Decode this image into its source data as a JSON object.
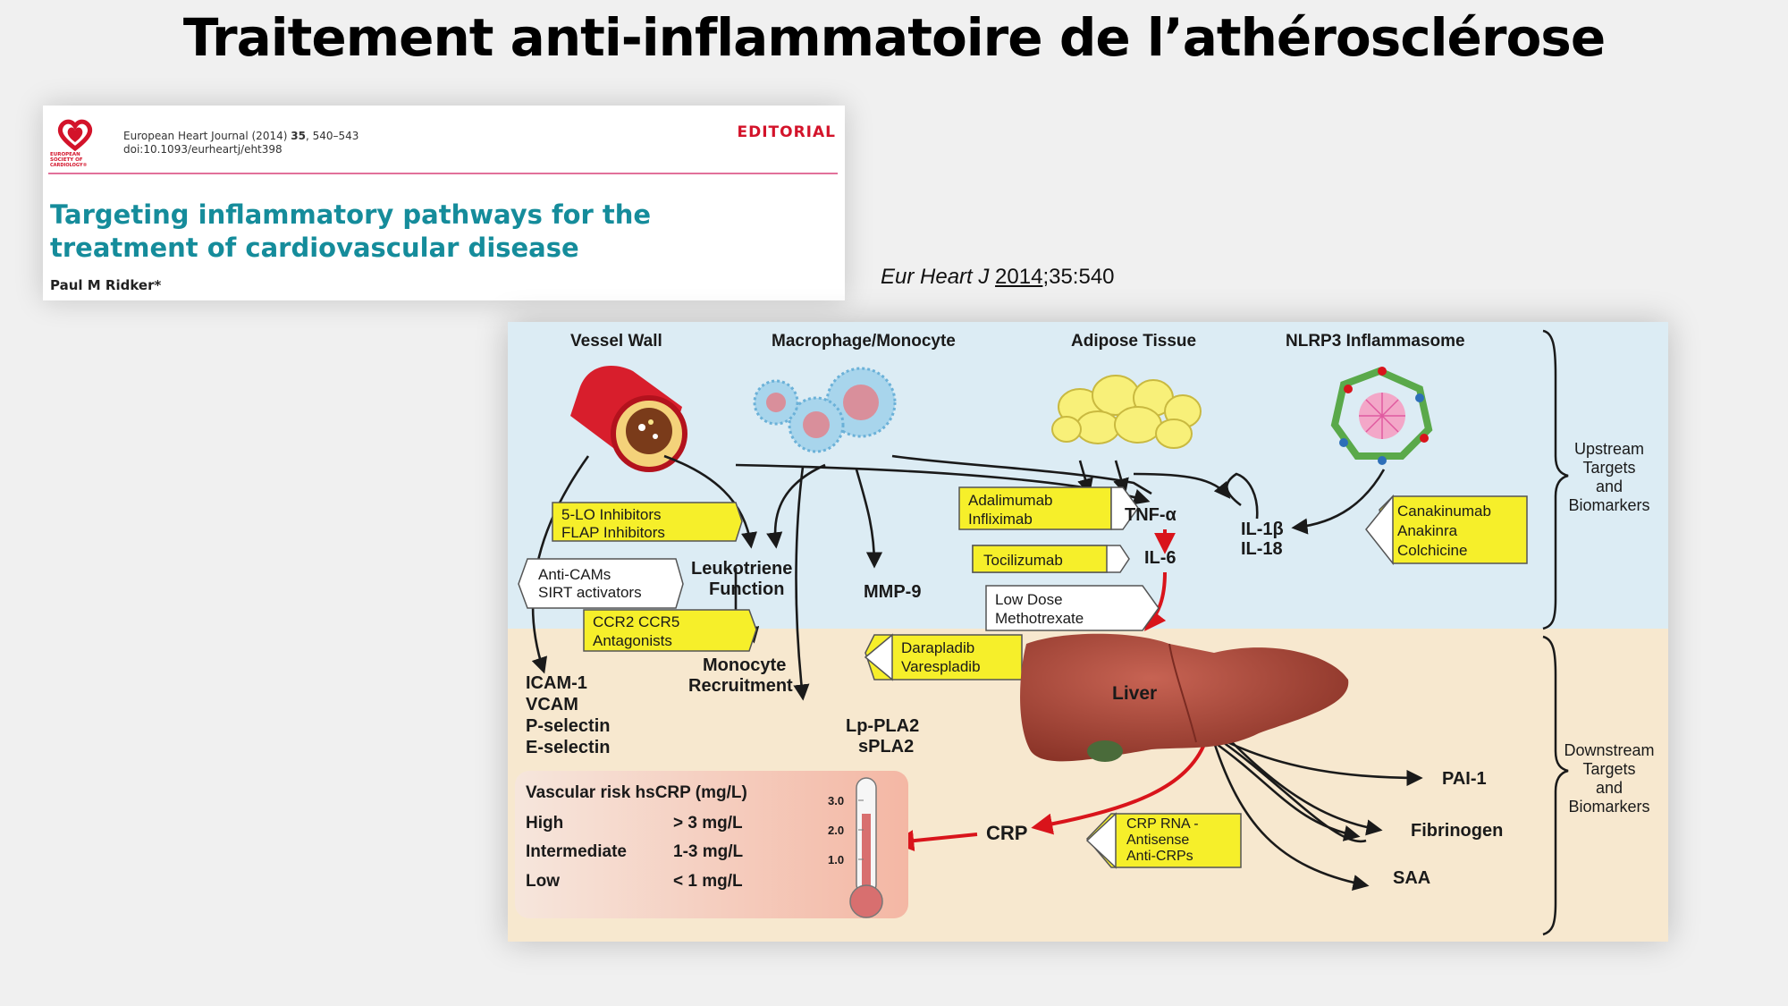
{
  "slide": {
    "title": "Traitement anti-inflammatoire de l’athérosclérose"
  },
  "paper": {
    "logo_icon": "esc-heart-logo-icon",
    "logo_text": "EUROPEAN SOCIETY OF CARDIOLOGY®",
    "journal_line": "European Heart Journal (2014)",
    "volume": "35",
    "pages": ", 540–543",
    "doi": "doi:10.1093/eurheartj/eht398",
    "type": "EDITORIAL",
    "title_line1": "Targeting inflammatory pathways for the",
    "title_line2": "treatment of cardiovascular disease",
    "author": "Paul M Ridker*"
  },
  "citation": {
    "journal": "Eur Heart J",
    "year": "2014",
    "rest": ";35:540"
  },
  "figure": {
    "colors": {
      "upstream_bg": "#dcecf4",
      "downstream_bg": "#f7e8cf",
      "drug_box": "#f6ef2a",
      "red_arrow": "#d9141b",
      "liver": "#a84a3c",
      "vessel": "#d81e2c"
    },
    "sources": {
      "vessel_wall": "Vessel Wall",
      "macrophage": "Macrophage/Monocyte",
      "adipose": "Adipose Tissue",
      "nlrp3": "NLRP3 Inflammasome"
    },
    "drugs": {
      "lo_line1": "5-LO Inhibitors",
      "lo_line2": "FLAP Inhibitors",
      "cam_line1": "Anti-CAMs",
      "cam_line2": "SIRT activators",
      "ccr_line1": "CCR2 CCR5",
      "ccr_line2": "Antagonists",
      "ada_line1": "Adalimumab",
      "ada_line2": "Infliximab",
      "toci": "Tocilizumab",
      "mtx_line1": "Low Dose",
      "mtx_line2": "Methotrexate",
      "dara_line1": "Darapladib",
      "dara_line2": "Varespladib",
      "cana_line1": "Canakinumab",
      "cana_line2": "Anakinra",
      "cana_line3": "Colchicine",
      "crprna_line1": "CRP RNA -",
      "crprna_line2": "Antisense",
      "crprna_line3": "Anti-CRPs"
    },
    "nodes": {
      "leuko_line1": "Leukotriene",
      "leuko_line2": "Function",
      "mmp9": "MMP-9",
      "tnf": "TNF-α",
      "il6": "IL-6",
      "il1b": "IL-1β",
      "il18": "IL-18",
      "mono_line1": "Monocyte",
      "mono_line2": "Recruitment",
      "cams": [
        "ICAM-1",
        "VCAM",
        "P-selectin",
        "E-selectin"
      ],
      "lppla2_line1": "Lp-PLA2",
      "lppla2_line2": "sPLA2",
      "liver": "Liver",
      "crp": "CRP",
      "pai1": "PAI-1",
      "fibrinogen": "Fibrinogen",
      "saa": "SAA"
    },
    "brackets": {
      "upstream": [
        "Upstream",
        "Targets",
        "and",
        "Biomarkers"
      ],
      "downstream": [
        "Downstream",
        "Targets",
        "and",
        "Biomarkers"
      ]
    },
    "risk_table": {
      "header": "Vascular risk hsCRP (mg/L)",
      "rows": [
        {
          "level": "High",
          "value": "> 3 mg/L"
        },
        {
          "level": "Intermediate",
          "value": "1-3 mg/L"
        },
        {
          "level": "Low",
          "value": "< 1 mg/L"
        }
      ],
      "thermometer_ticks": [
        "3.0",
        "2.0",
        "1.0"
      ],
      "thermometer_icon": "thermometer-icon"
    }
  }
}
